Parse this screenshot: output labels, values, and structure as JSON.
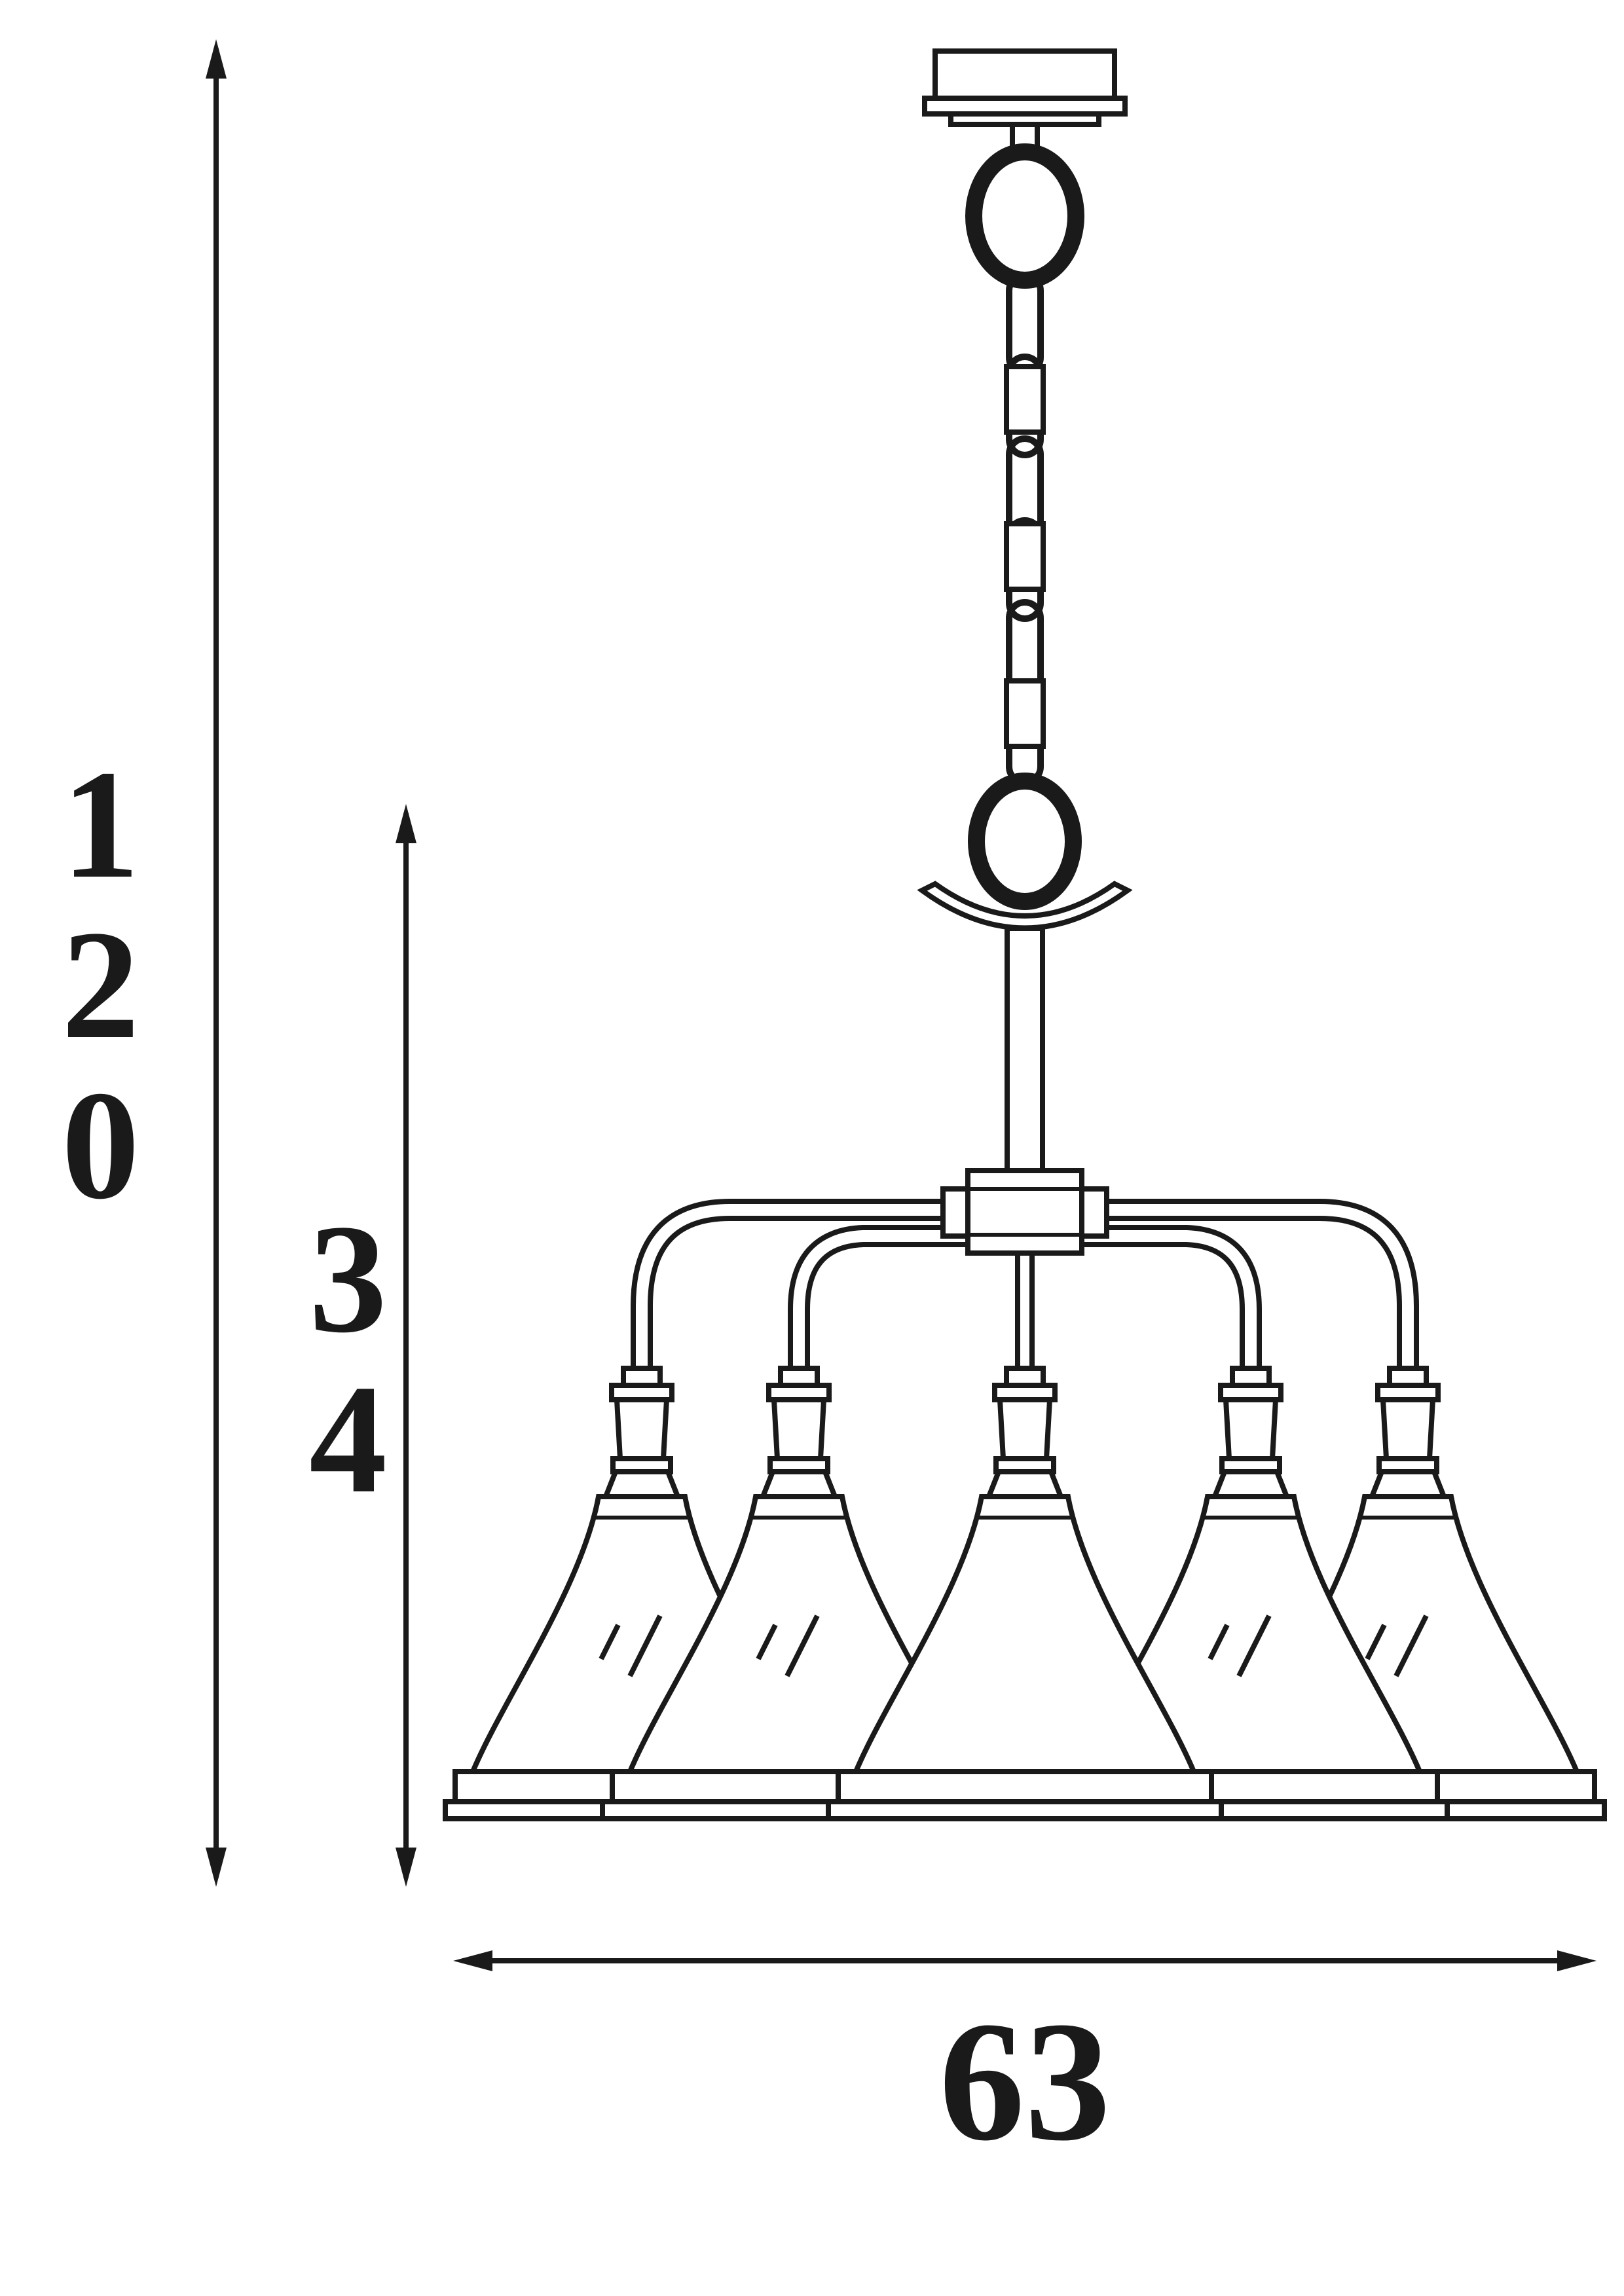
{
  "page": {
    "background_color": "#ffffff",
    "line_color": "#1a1a1a"
  },
  "dimensions": {
    "overall_height": "120",
    "fixture_height": "34",
    "width": "63"
  },
  "figure": {
    "type": "chandelier-technical-line-drawing",
    "shade_count": "5"
  }
}
